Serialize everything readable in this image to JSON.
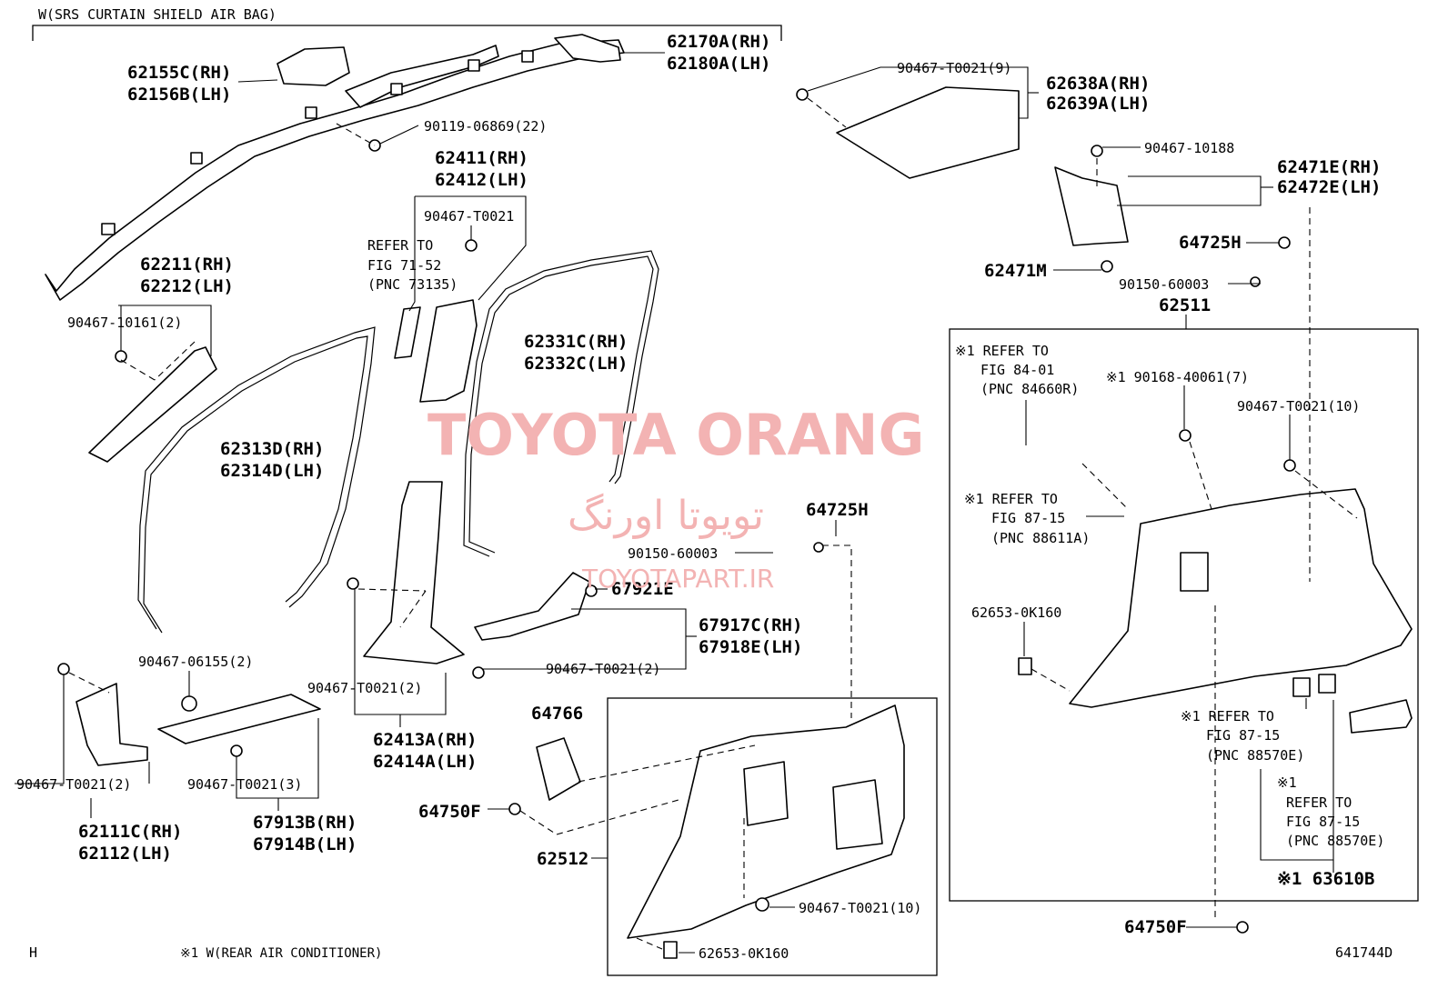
{
  "diagram_id": "641744D",
  "corner_mark": "H",
  "footnote": "※1 W(REAR AIR CONDITIONER)",
  "watermark": {
    "title": "TOYOTA ORANG",
    "persian": "تویوتا اورنگ",
    "url": "TOYOTAPART.IR",
    "color": "#f3b3b3"
  },
  "frames": {
    "curtain_airbag": "W(SRS CURTAIN SHIELD AIR BAG)"
  },
  "labels": {
    "p62155": [
      "62155C(RH)",
      "62156B(LH)"
    ],
    "p62170": [
      "62170A(RH)",
      "62180A(LH)"
    ],
    "p90119": "90119-06869(22)",
    "p62411": [
      "62411(RH)",
      "62412(LH)"
    ],
    "p90467_t0021_top": "90467-T0021",
    "refer_7152": [
      "REFER TO",
      "FIG 71-52",
      "(PNC 73135)"
    ],
    "p62211": [
      "62211(RH)",
      "62212(LH)"
    ],
    "p90467_10161": "90467-10161(2)",
    "p62313": [
      "62313D(RH)",
      "62314D(LH)"
    ],
    "p62331": [
      "62331C(RH)",
      "62332C(LH)"
    ],
    "p90467_t0021_9": "90467-T0021(9)",
    "p62638": [
      "62638A(RH)",
      "62639A(LH)"
    ],
    "p90467_10188": "90467-10188",
    "p62471e": [
      "62471E(RH)",
      "62472E(LH)"
    ],
    "p64725h_top": "64725H",
    "p62471m": "62471M",
    "p90150_top": "90150-60003",
    "p62511": "62511",
    "refer_8401": [
      "※1 REFER TO",
      "FIG 84-01",
      "(PNC 84660R)"
    ],
    "p90168": "※1 90168-40061(7)",
    "p90467_t0021_10_right": "90467-T0021(10)",
    "refer_8715_a": [
      "※1 REFER TO",
      "FIG 87-15",
      "(PNC 88611A)"
    ],
    "p62653_right": "62653-0K160",
    "refer_8715_e1": [
      "※1 REFER TO",
      "FIG 87-15",
      "(PNC 88570E)"
    ],
    "refer_8715_e2": [
      "※1",
      "REFER TO",
      "FIG 87-15",
      "(PNC 88570E)"
    ],
    "p63610b": "※1 63610B",
    "p64750f_right": "64750F",
    "p64725h_mid": "64725H",
    "p90150_mid": "90150-60003",
    "p67921e": "67921E",
    "p67917c": [
      "67917C(RH)",
      "67918E(LH)"
    ],
    "p90467_t0021_2_mid": "90467-T0021(2)",
    "p90467_06155": "90467-06155(2)",
    "p90467_t0021_2_left": "90467-T0021(2)",
    "p90467_t0021_2_pillar": "90467-T0021(2)",
    "p90467_t0021_3": "90467-T0021(3)",
    "p62111c": [
      "62111C(RH)",
      "62112(LH)"
    ],
    "p67913b": [
      "67913B(RH)",
      "67914B(LH)"
    ],
    "p62413a": [
      "62413A(RH)",
      "62414A(LH)"
    ],
    "p64766": "64766",
    "p64750f_left": "64750F",
    "p62512": "62512",
    "p90467_t0021_10_bottom": "90467-T0021(10)",
    "p62653_bottom": "62653-0K160"
  }
}
